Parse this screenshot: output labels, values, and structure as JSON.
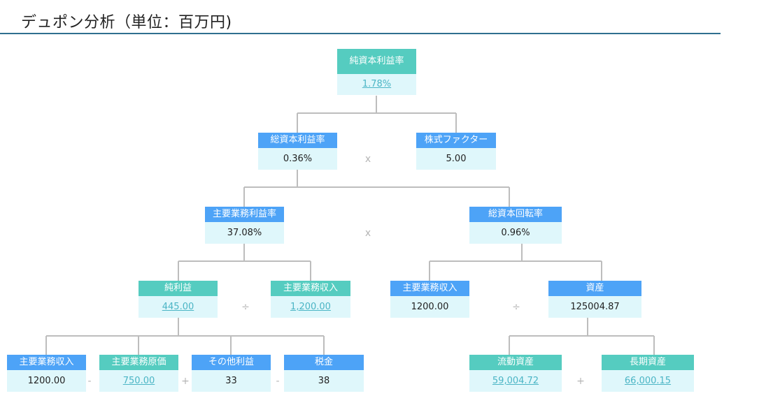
{
  "page": {
    "title": "デュポン分析（単位：百万円)"
  },
  "nodes": {
    "roe": {
      "label": "純資本利益率",
      "value": "1.78%"
    },
    "roa": {
      "label": "総資本利益率",
      "value": "0.36%"
    },
    "equity_factor": {
      "label": "株式ファクター",
      "value": "5.00"
    },
    "margin": {
      "label": "主要業務利益率",
      "value": "37.08%"
    },
    "turnover": {
      "label": "総資本回転率",
      "value": "0.96%"
    },
    "net_income": {
      "label": "純利益",
      "value": "445.00"
    },
    "revenue_a": {
      "label": "主要業務収入",
      "value": "1,200.00"
    },
    "revenue_b": {
      "label": "主要業務収入",
      "value": "1200.00"
    },
    "assets": {
      "label": "資産",
      "value": "125004.87"
    },
    "revenue_c": {
      "label": "主要業務収入",
      "value": "1200.00"
    },
    "cost": {
      "label": "主要業務原価",
      "value": "750.00"
    },
    "other_income": {
      "label": "その他利益",
      "value": "33"
    },
    "tax": {
      "label": "税金",
      "value": "38"
    },
    "current_assets": {
      "label": "流動資産",
      "value": "59,004.72"
    },
    "long_term_assets": {
      "label": "長期資産",
      "value": "66,000.15"
    }
  },
  "operators": {
    "times": "x",
    "divide": "÷",
    "minus": "-",
    "plus": "+"
  },
  "colors": {
    "teal": "#55ccc0",
    "blue": "#4da3f7",
    "value_bg": "#dff7fb",
    "link": "#4bb5c5"
  }
}
